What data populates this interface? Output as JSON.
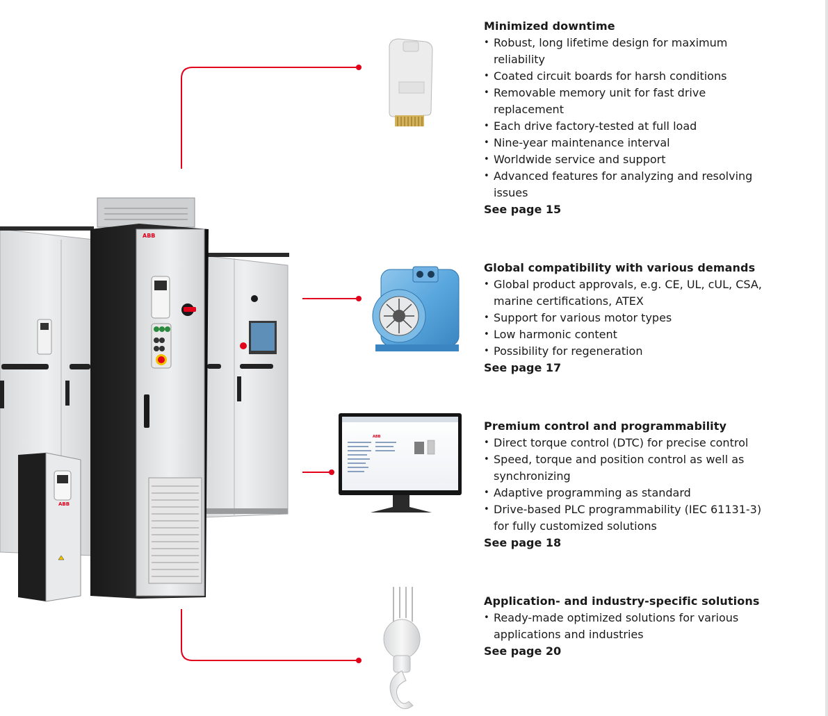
{
  "sections": [
    {
      "title": "Minimized downtime",
      "items": [
        "Robust, long lifetime design for maximum reliability",
        "Coated circuit boards for harsh conditions",
        "Removable memory unit for fast drive replacement",
        "Each drive factory-tested at full load",
        "Nine-year maintenance interval",
        "Worldwide service and support",
        "Advanced features for analyzing and resolving issues"
      ],
      "see": "See page 15"
    },
    {
      "title": "Global compatibility with various demands",
      "items": [
        "Global product approvals, e.g. CE, UL, cUL, CSA, marine certifications, ATEX",
        "Support for various motor types",
        "Low harmonic content",
        "Possibility for regeneration"
      ],
      "see": "See page 17"
    },
    {
      "title": "Premium control and programmability",
      "items": [
        "Direct torque control (DTC) for precise control",
        "Speed, torque and position control as well as synchronizing",
        "Adaptive programming as standard",
        "Drive-based PLC programmability (IEC 61131-3) for fully customized solutions"
      ],
      "see": "See page 18"
    },
    {
      "title": "Application- and industry-specific solutions",
      "items": [
        "Ready-made optimized solutions for various applications and industries"
      ],
      "see": "See page 20"
    }
  ],
  "brand": {
    "logo": "ABB",
    "accent_color": "#e2001a"
  }
}
